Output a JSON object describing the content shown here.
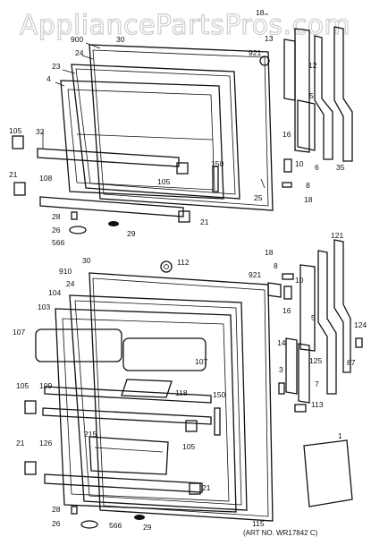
{
  "watermark": "AppliancePartsPros.com",
  "art_no": "(ART NO. WR17842 C)",
  "upper_labels": [
    "18",
    "900",
    "30",
    "24",
    "23",
    "4",
    "13",
    "921",
    "12",
    "5",
    "32",
    "105",
    "16",
    "150",
    "21",
    "108",
    "105",
    "25",
    "6",
    "35",
    "10",
    "8",
    "18",
    "28",
    "26",
    "566",
    "29",
    "21"
  ],
  "lower_labels": [
    "18",
    "121",
    "30",
    "112",
    "910",
    "8",
    "921",
    "10",
    "24",
    "104",
    "103",
    "16",
    "5",
    "107",
    "124",
    "14",
    "3",
    "125",
    "87",
    "107",
    "118",
    "7",
    "105",
    "109",
    "150",
    "105",
    "113",
    "215",
    "21",
    "126",
    "1",
    "28",
    "26",
    "566",
    "29",
    "115",
    "21"
  ]
}
